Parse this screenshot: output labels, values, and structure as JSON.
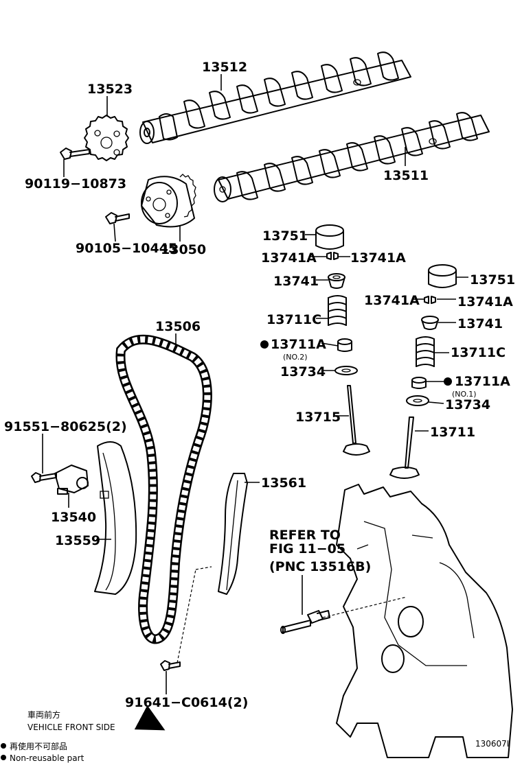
{
  "labels": {
    "p13512": "13512",
    "p13523": "13523",
    "p90119": "90119−10873",
    "p13511": "13511",
    "p90105": "90105−10445",
    "p13050": "13050",
    "p13751_a": "13751",
    "p13741A_a1": "13741A",
    "p13741A_a2": "13741A",
    "p13741_a": "13741",
    "p13711C_a": "13711C",
    "p13711A_a": "13711A",
    "p13711A_a_sub": "(NO.2)",
    "p13734_a": "13734",
    "p13715": "13715",
    "p13751_b": "13751",
    "p13741A_b1": "13741A",
    "p13741A_b2": "13741A",
    "p13741_b": "13741",
    "p13711C_b": "13711C",
    "p13711A_b": "13711A",
    "p13711A_b_sub": "(NO.1)",
    "p13734_b": "13734",
    "p13711": "13711",
    "p13506": "13506",
    "p91551": "91551−80625(2)",
    "p13561": "13561",
    "p13540": "13540",
    "p13559": "13559",
    "p91641": "91641−C0614(2)"
  },
  "refer": {
    "line1": "REFER TO",
    "line2": "FIG 11−05",
    "line3": "(PNC 13516B)"
  },
  "footer": {
    "front_jp": "車両前方",
    "front_en": "VEHICLE FRONT SIDE",
    "legend_jp": "再使用不可部品",
    "legend_en": "Non-reusable part",
    "diagram_id": "130607I"
  }
}
